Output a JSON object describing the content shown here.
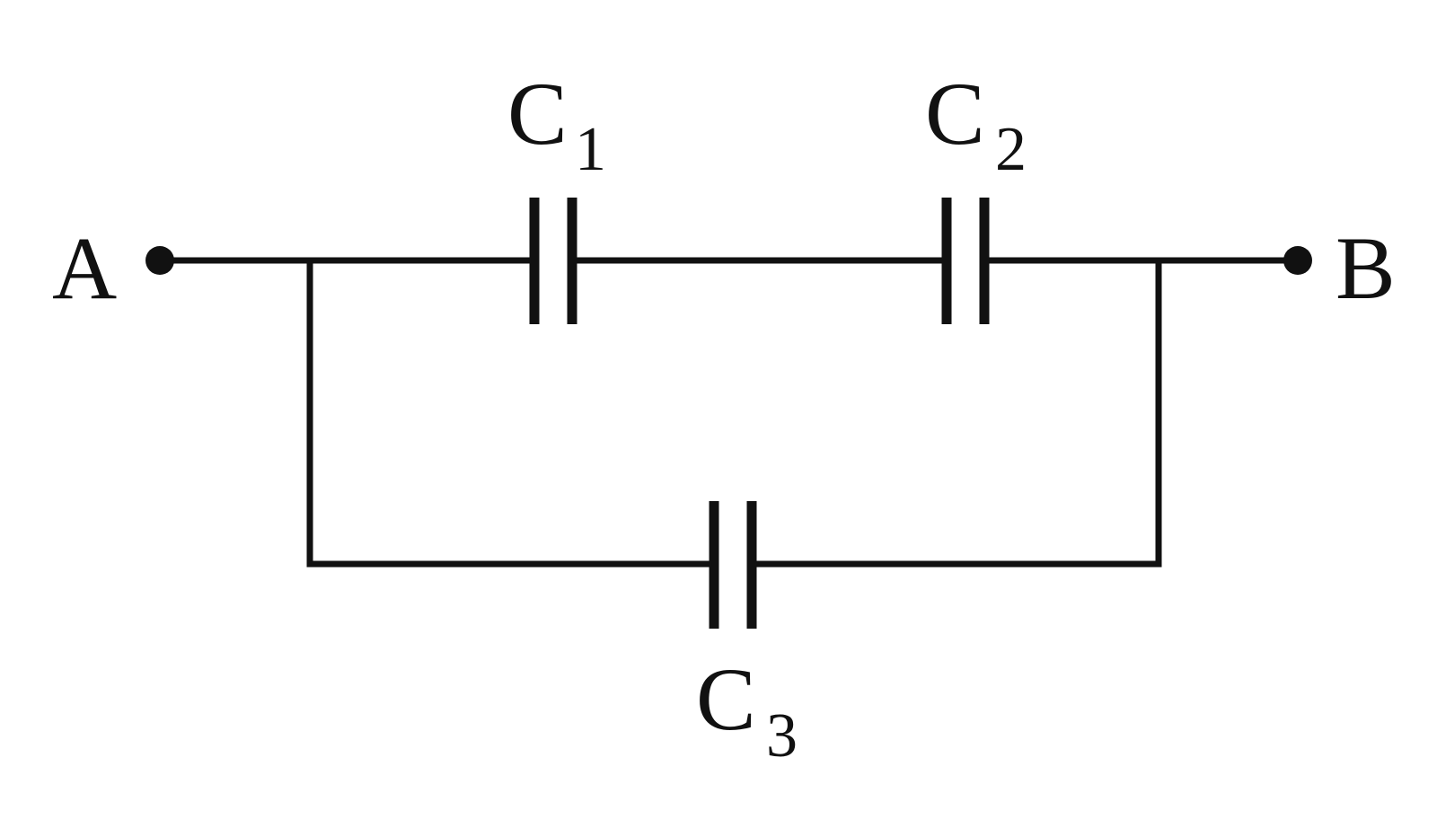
{
  "terminals": {
    "a": "A",
    "b": "B"
  },
  "capacitors": {
    "c1": {
      "letter": "C",
      "subscript": "1"
    },
    "c2": {
      "letter": "C",
      "subscript": "2"
    },
    "c3": {
      "letter": "C",
      "subscript": "3"
    }
  },
  "colors": {
    "ink": "#111111",
    "background": "#ffffff"
  }
}
